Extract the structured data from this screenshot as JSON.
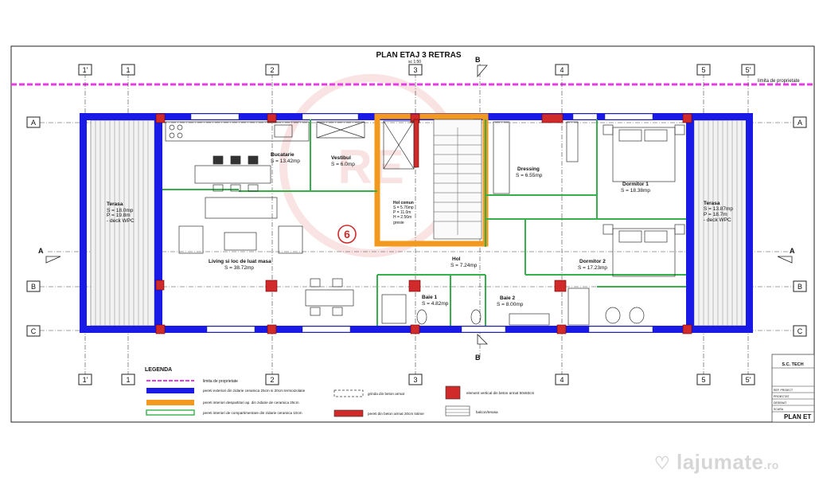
{
  "plan": {
    "title": "PLAN ETAJ 3 RETRAS",
    "scale": "sc 1:50",
    "property_limit": "limita de proprietate",
    "unit_badge": "6"
  },
  "axes": {
    "columns": [
      "1'",
      "1",
      "2",
      "3",
      "4",
      "5",
      "5'"
    ],
    "rows": [
      "A",
      "B",
      "C"
    ],
    "section_aa": "A",
    "section_bb": "B"
  },
  "rooms": [
    {
      "name": "Terasa",
      "l1": "S = 18.0mp",
      "l2": "P = 19.8m",
      "l3": "- deck WPC"
    },
    {
      "name": "Bucatarie",
      "l1": "S = 13.42mp"
    },
    {
      "name": "Vestibul",
      "l1": "S = 6.0mp"
    },
    {
      "name": "Hol comun",
      "l1": "S = 5.76mp",
      "l2": "P = 11.0m",
      "l3": "H = 2.56m",
      "l4": "gresie"
    },
    {
      "name": "Dressing",
      "l1": "S = 6.55mp"
    },
    {
      "name": "Dormitor 1",
      "l1": "S = 18.38mp"
    },
    {
      "name": "Terasa",
      "l1": "S = 13.87mp",
      "l2": "P = 18.7m",
      "l3": "- deck WPC"
    },
    {
      "name": "Living si loc de luat masa",
      "l1": "S = 38.72mp"
    },
    {
      "name": "Hol",
      "l1": "S = 7.24mp"
    },
    {
      "name": "Dormitor 2",
      "l1": "S = 17.23mp"
    },
    {
      "name": "Baie 1",
      "l1": "S = 4.82mp"
    },
    {
      "name": "Baie 2",
      "l1": "S = 8.00mp"
    }
  ],
  "legend": {
    "title": "LEGENDA",
    "items": [
      "limita de proprietate",
      "pereti exteriori din zidarie ceramica 25cm si 20cm termoizolatie",
      "pereti interiori despartitori ap. din zidarie de ceramica 25cm",
      "pereti interiori de compartimentare din zidarie ceramica 10cm",
      "grinda din beton armat",
      "pereti din beton armat 20cm lotime",
      "element vertical din beton armat 50x50cm",
      "balcon/terasa"
    ]
  },
  "title_block": {
    "company": "S.C. TECH",
    "plan_name": "PLAN ET",
    "fields": [
      "REF. PROIECT",
      "PROIECTAT",
      "DESENAT",
      "SCARA"
    ]
  },
  "watermark": {
    "main": "lajumate",
    "suffix": ".ro"
  },
  "colors": {
    "exterior_wall": "#1a1ae6",
    "apartment_wall": "#f39a1e",
    "interior_wall": "#35b04a",
    "property_line": "#e63ce6",
    "concrete": "#d12a2a"
  }
}
